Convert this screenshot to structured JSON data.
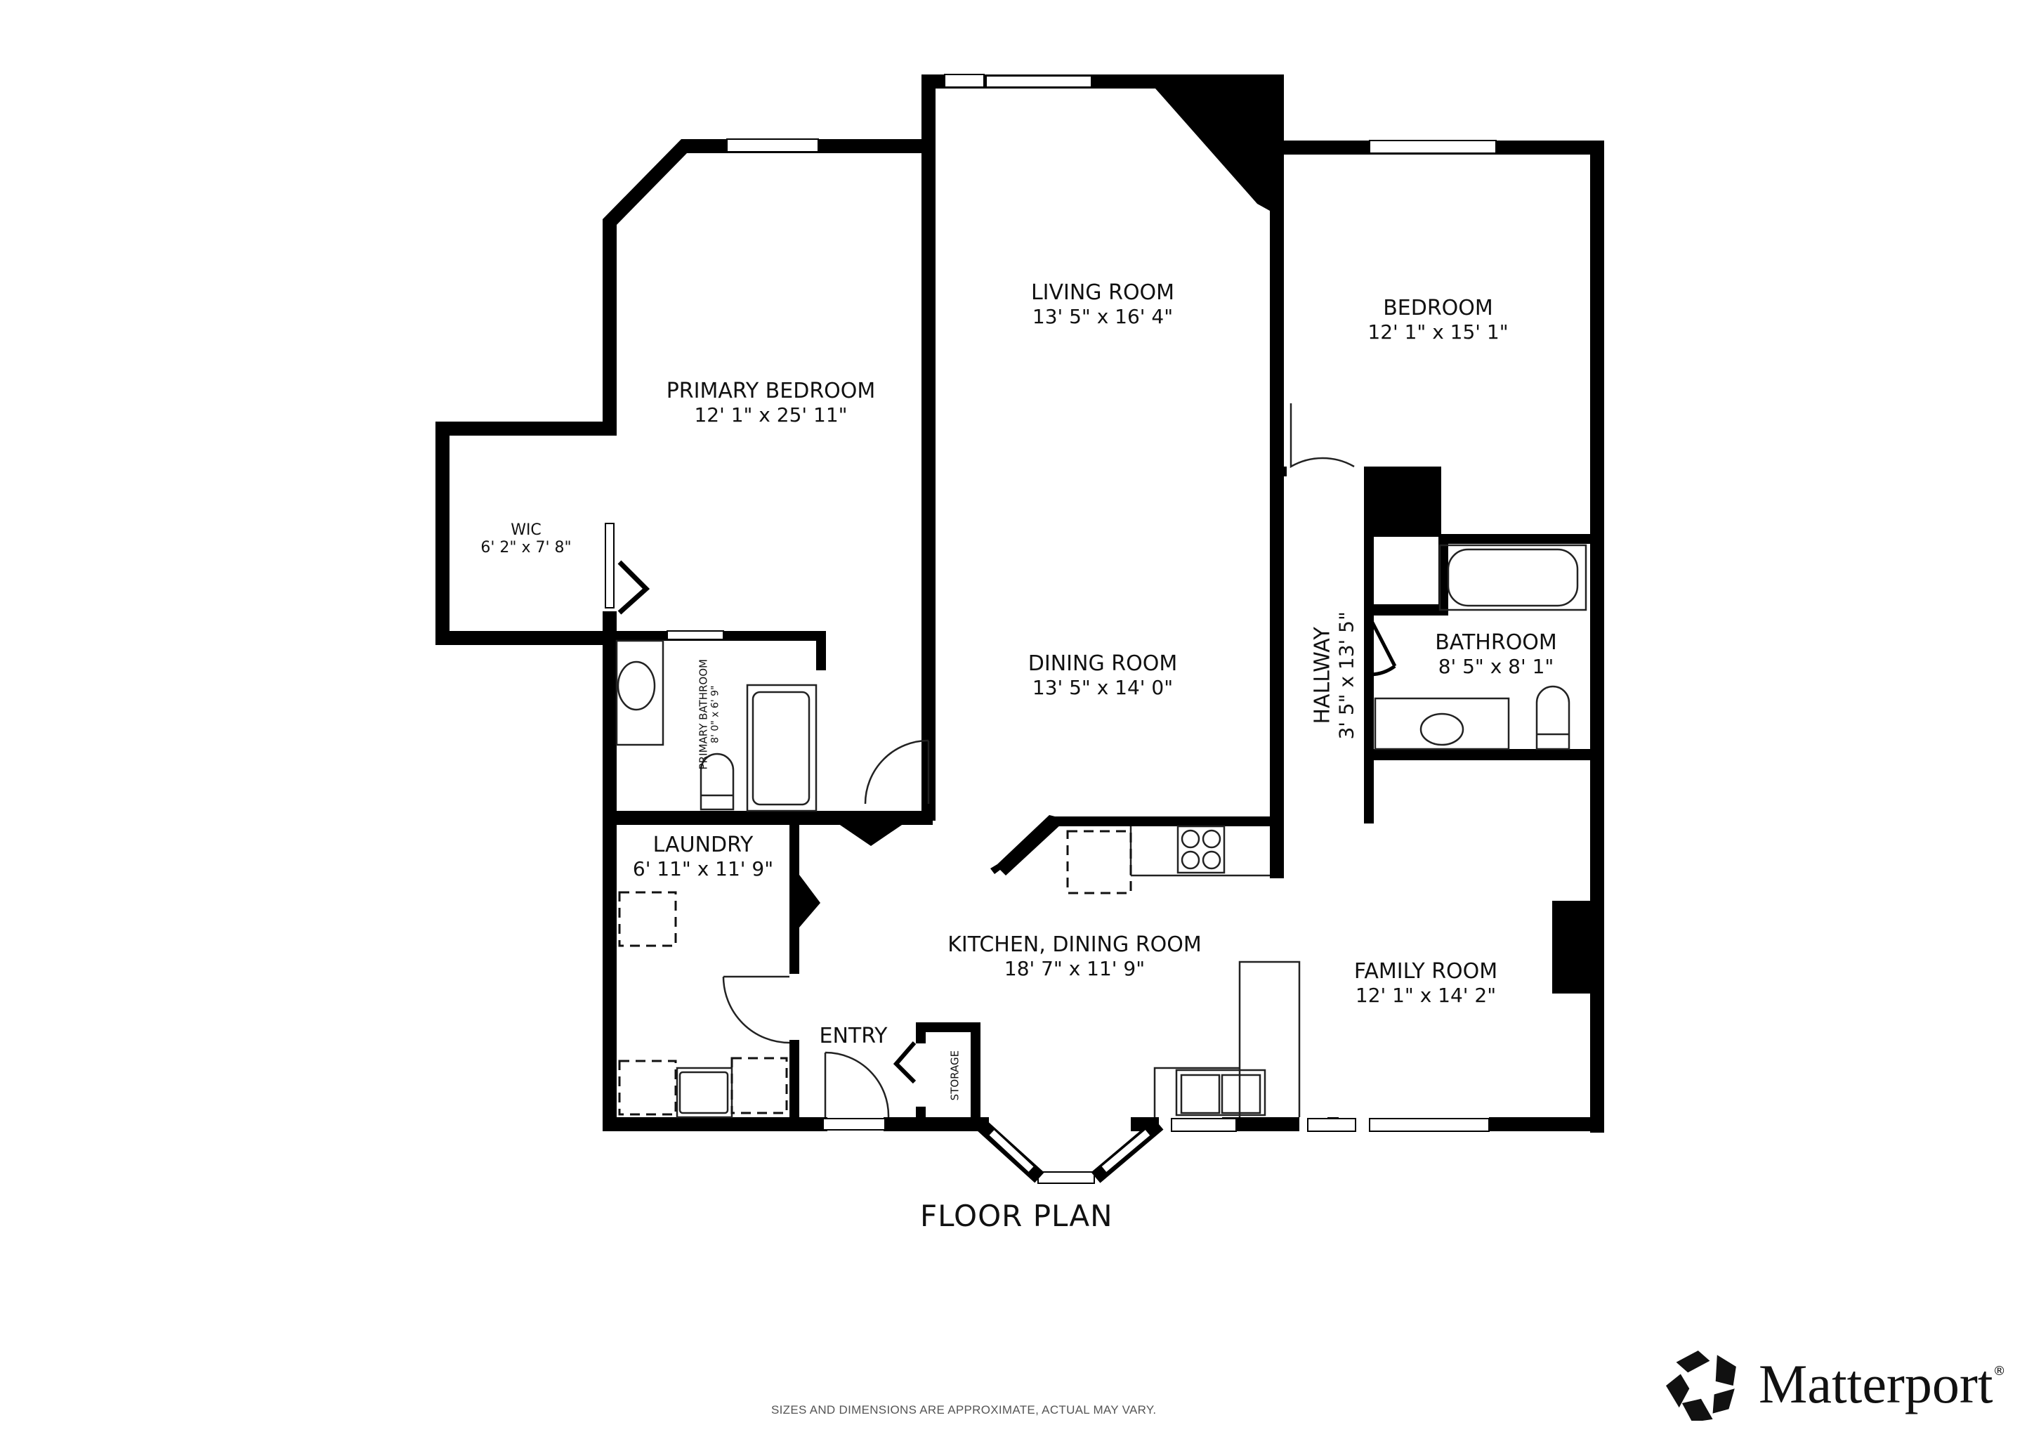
{
  "title": "FLOOR PLAN",
  "disclaimer": "SIZES AND DIMENSIONS ARE APPROXIMATE, ACTUAL MAY VARY.",
  "brand": {
    "name": "Matterport",
    "mark": "®",
    "logo_icon": "matterport-star-icon"
  },
  "colors": {
    "wall": "#000000",
    "background": "#ffffff",
    "fixture_line": "#333333",
    "disclaimer_text": "#555555"
  },
  "rooms": [
    {
      "id": "primary-bedroom",
      "name": "PRIMARY BEDROOM",
      "dims": "12' 1\" x 25' 11\""
    },
    {
      "id": "wic",
      "name": "WIC",
      "dims": "6' 2\" x 7' 8\""
    },
    {
      "id": "primary-bathroom",
      "name": "PRIMARY BATHROOM",
      "dims": "8' 0\" x 6' 9\""
    },
    {
      "id": "living-room",
      "name": "LIVING ROOM",
      "dims": "13' 5\" x 16' 4\""
    },
    {
      "id": "dining-room",
      "name": "DINING ROOM",
      "dims": "13' 5\" x 14' 0\""
    },
    {
      "id": "bedroom",
      "name": "BEDROOM",
      "dims": "12' 1\" x 15' 1\""
    },
    {
      "id": "hallway",
      "name": "HALLWAY",
      "dims": "3' 5\" x 13' 5\""
    },
    {
      "id": "bathroom",
      "name": "BATHROOM",
      "dims": "8' 5\" x 8' 1\""
    },
    {
      "id": "laundry",
      "name": "LAUNDRY",
      "dims": "6' 11\" x 11' 9\""
    },
    {
      "id": "kitchen-dining",
      "name": "KITCHEN, DINING ROOM",
      "dims": "18' 7\" x 11' 9\""
    },
    {
      "id": "family-room",
      "name": "FAMILY ROOM",
      "dims": "12' 1\" x 14' 2\""
    },
    {
      "id": "entry",
      "name": "ENTRY",
      "dims": ""
    },
    {
      "id": "storage",
      "name": "STORAGE",
      "dims": ""
    }
  ]
}
